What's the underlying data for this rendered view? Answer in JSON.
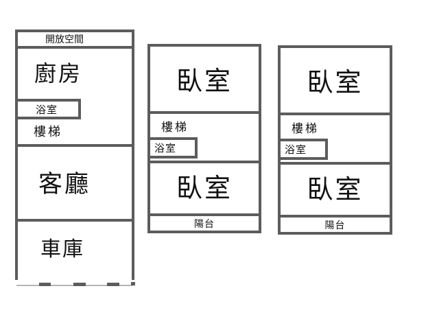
{
  "diagram_type": "house-floor-plan",
  "colors": {
    "wall": "#5c5c5c",
    "text": "#111111",
    "background": "#ffffff",
    "garage_door_line": "#b5b5b5"
  },
  "floors": [
    {
      "id": "first-floor",
      "open_space": "開放空間",
      "kitchen": "廚房",
      "bathroom": "浴室",
      "stairs": "樓梯",
      "living_room": "客廳",
      "garage": "車庫"
    },
    {
      "id": "second-floor",
      "bedroom_top": "臥室",
      "stairs": "樓梯",
      "bathroom": "浴室",
      "bedroom_bottom": "臥室",
      "balcony": "陽台"
    },
    {
      "id": "third-floor",
      "bedroom_top": "臥室",
      "stairs": "樓梯",
      "bathroom": "浴室",
      "bedroom_bottom": "臥室",
      "balcony": "陽台"
    }
  ]
}
